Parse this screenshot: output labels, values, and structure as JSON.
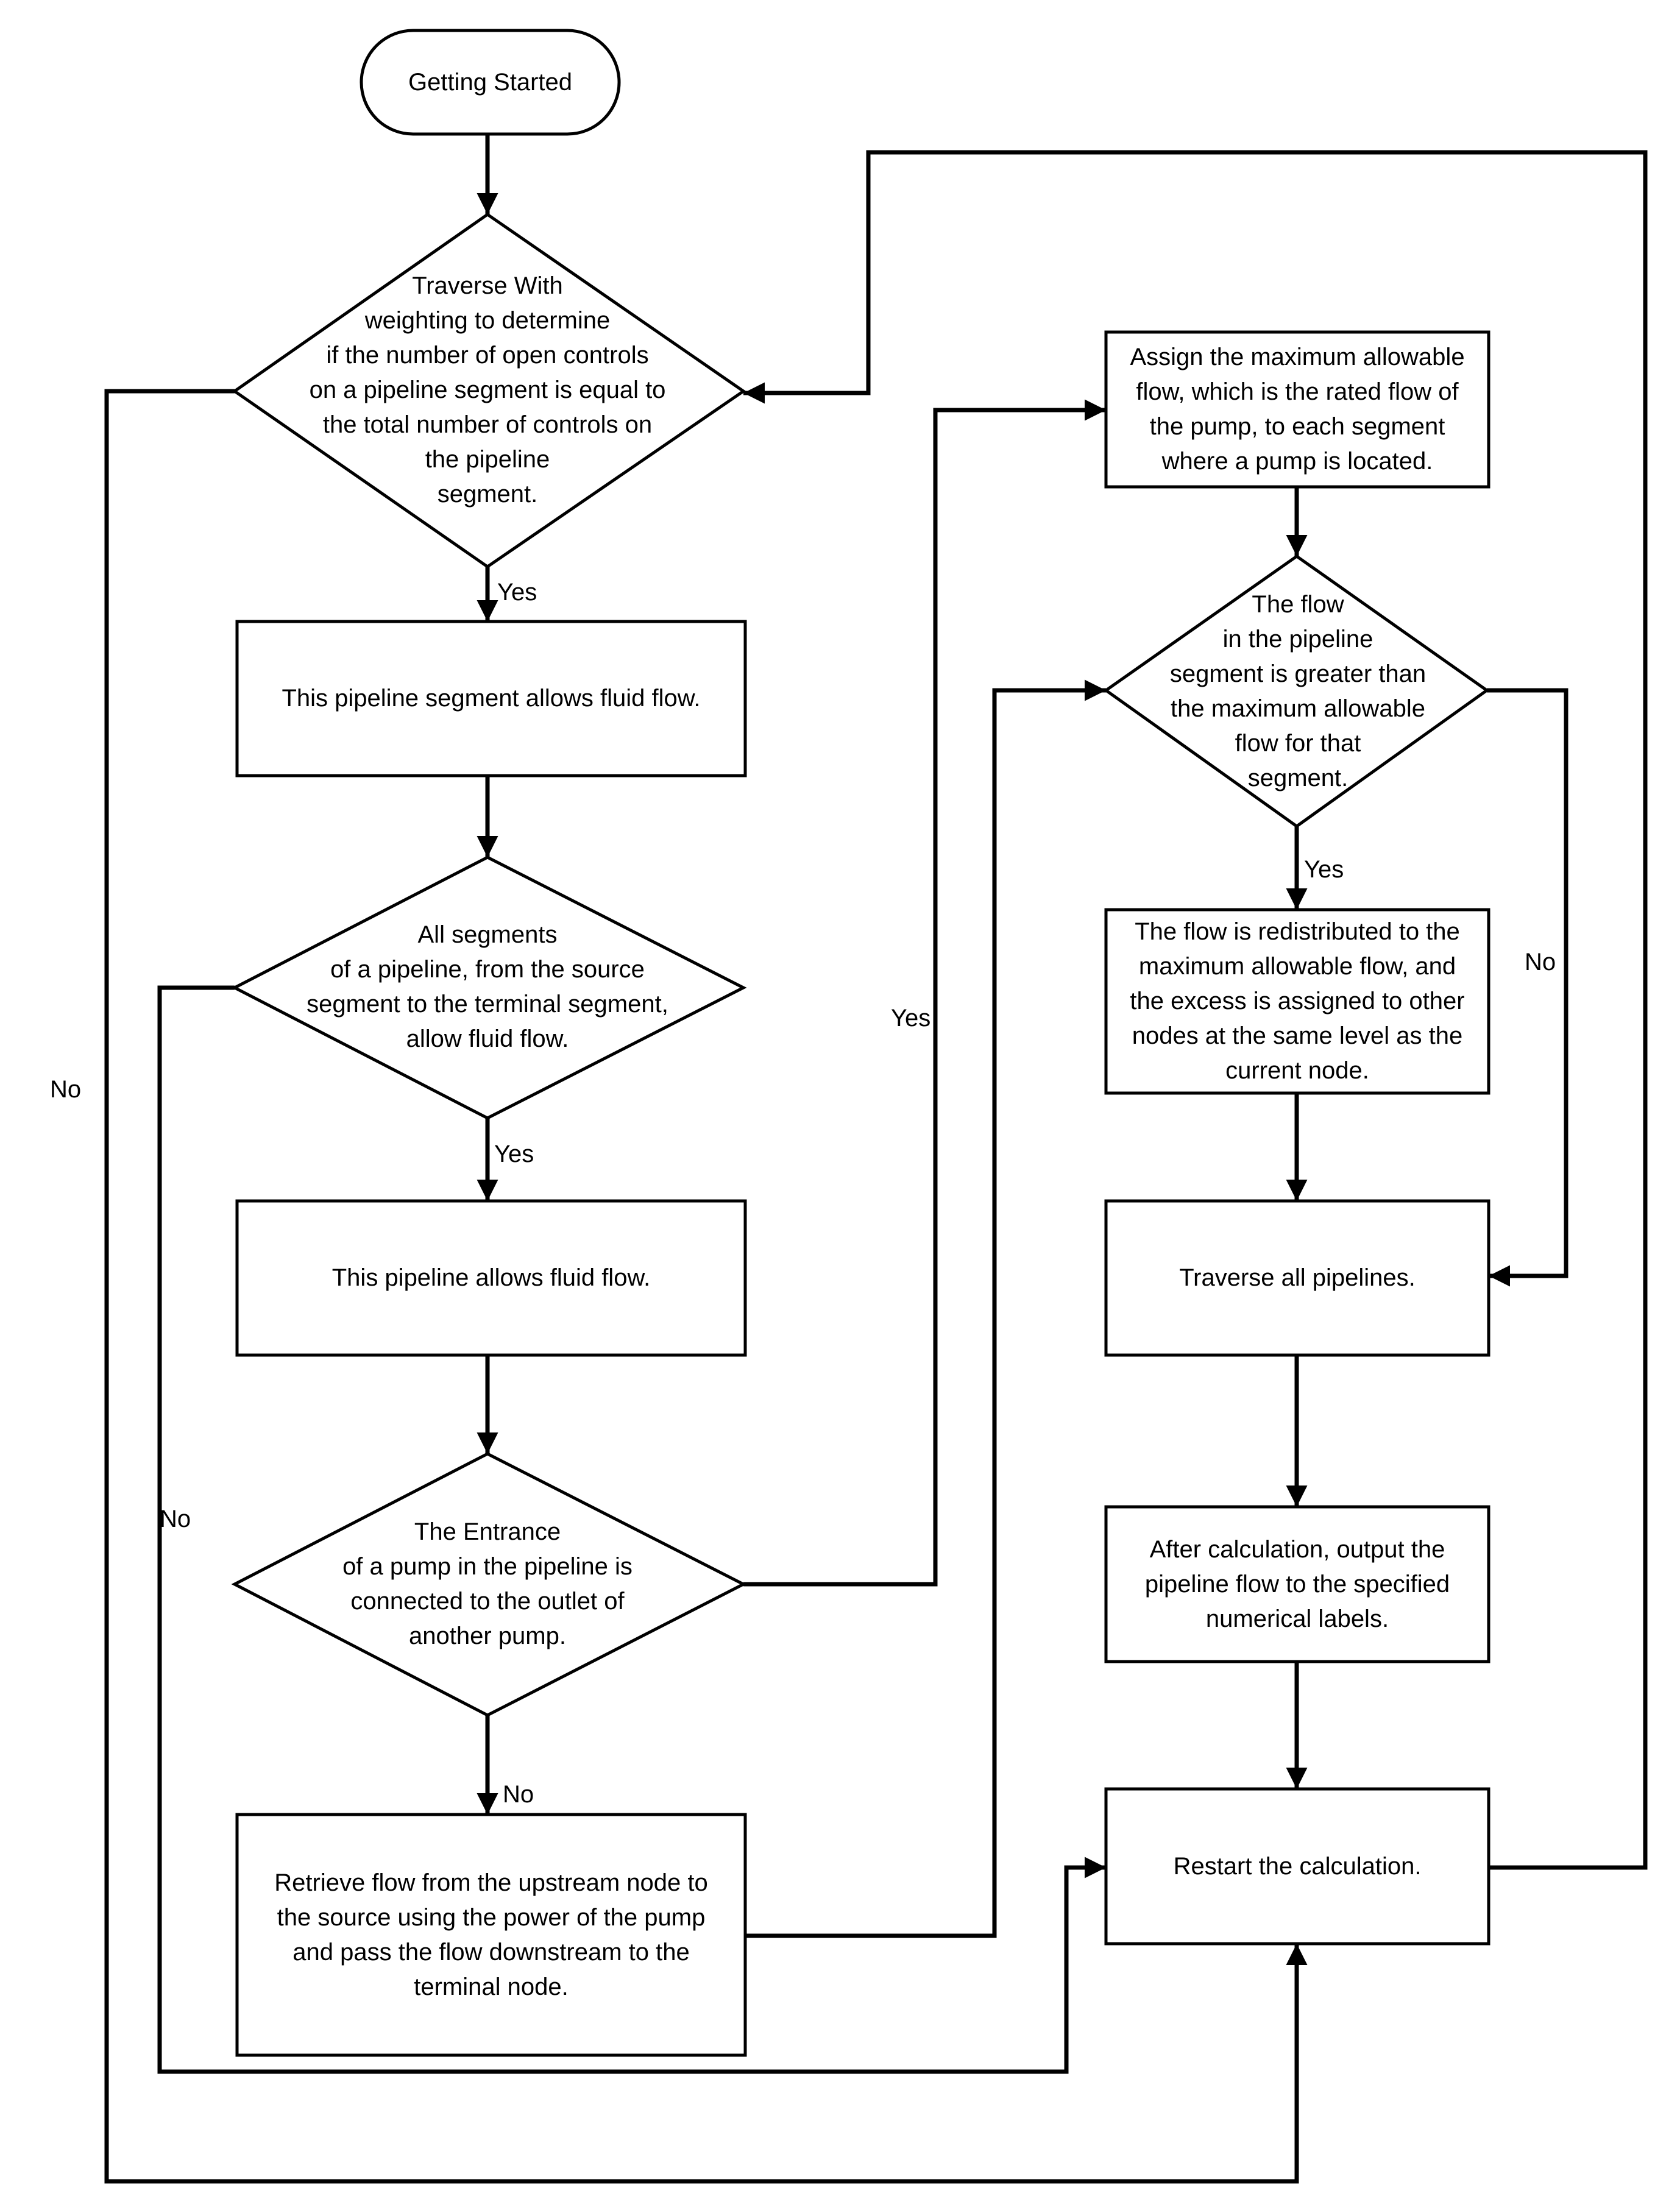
{
  "nodes": {
    "start": "Getting Started",
    "check_segment_controls": "Traverse With\nweighting to determine\nif the number of open controls\non a pipeline segment is equal to\nthe total number of controls on\nthe pipeline\nsegment.",
    "segment_allows_flow": "This pipeline segment allows fluid flow.",
    "all_segments_allow": "All segments\nof a pipeline, from the source\nsegment to the terminal segment,\nallow fluid flow.",
    "pipeline_allows_flow": "This pipeline allows fluid flow.",
    "pump_connected": "The Entrance\nof a pump in the pipeline is\nconnected to the outlet of\nanother pump.",
    "retrieve_flow": "Retrieve flow from the upstream node to\nthe source using the power of the pump\nand pass the flow downstream to the\nterminal node.",
    "assign_max_flow": "Assign the maximum allowable\nflow, which is the rated flow of\nthe pump, to each segment\nwhere a pump is located.",
    "flow_greater": "The flow\nin the pipeline\nsegment is greater than\nthe maximum allowable\nflow for that\nsegment.",
    "redistribute": "The flow is redistributed to the\nmaximum allowable flow, and\nthe excess is assigned to other\nnodes at the same level as the\ncurrent node.",
    "traverse_all": "Traverse all pipelines.",
    "output_flow": "After calculation, output the\npipeline flow to the specified\nnumerical labels.",
    "restart": "Restart the calculation."
  },
  "edge_labels": {
    "d1_yes": "Yes",
    "d1_no": "No",
    "d2_yes": "Yes",
    "d2_no": "No",
    "d3_yes": "Yes",
    "d3_no": "No",
    "d4_yes": "Yes",
    "d4_no": "No"
  }
}
